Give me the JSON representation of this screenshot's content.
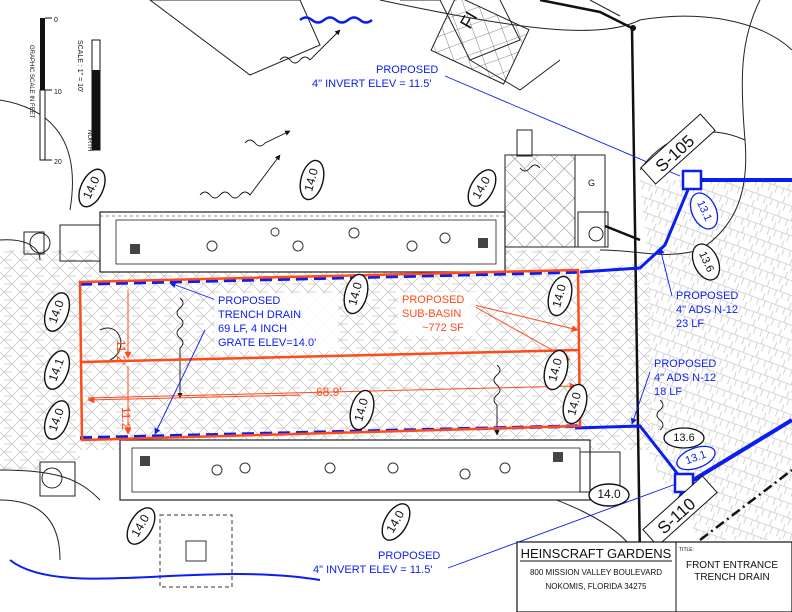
{
  "scale_bar": {
    "ticks": [
      "0",
      "10",
      "20"
    ],
    "caption": "GRAPHIC SCALE IN FEET",
    "scale_text": "SCALE : 1\" = 10'",
    "north": "NORTH"
  },
  "callouts": {
    "invert_top": [
      "PROPOSED",
      "4\" INVERT ELEV = 11.5'"
    ],
    "trench_drain": [
      "PROPOSED",
      "TRENCH DRAIN",
      "69 LF, 4 INCH",
      "GRATE ELEV=14.0'"
    ],
    "sub_basin": [
      "PROPOSED",
      "SUB-BASIN",
      "~772 SF"
    ],
    "ads_23": [
      "PROPOSED",
      "4\" ADS N-12",
      "23 LF"
    ],
    "ads_18": [
      "PROPOSED",
      "4\" ADS N-12",
      "18 LF"
    ],
    "invert_bottom": [
      "PROPOSED",
      "4\" INVERT ELEV = 11.5'"
    ]
  },
  "structures": {
    "s105": "S-105",
    "s110": "S-110"
  },
  "dimensions": {
    "length": "68.9'",
    "half_top": "11.2'",
    "half_bottom": "11.2'"
  },
  "elevations": {
    "e1": "14.0",
    "e2": "14.0",
    "e3": "14.0",
    "e4": "14.0",
    "e5": "14.0",
    "e6": "14.0",
    "e7": "14.1",
    "e8": "14.0",
    "e9": "14.0",
    "e10": "14.0",
    "e11": "14.0",
    "e12": "14.0",
    "e13": "14.0",
    "e14": "14.0",
    "inv_a": "13.6",
    "inv_b": "13.6",
    "inv_c": "13.1",
    "inv_d": "13.1"
  },
  "road_label": "FI",
  "title_block": {
    "project": "HEINSCRAFT GARDENS",
    "address1": "800 MISSION VALLEY BOULEVARD",
    "address2": "NOKOMIS, FLORIDA 34275",
    "title_tag": "TITLE:",
    "title1": "FRONT ENTRANCE",
    "title2": "TRENCH DRAIN"
  },
  "colors": {
    "pipe": "#0a1ef0",
    "basin": "#ff4a1c",
    "ink": "#111111",
    "hatch": "#c8c8c8"
  }
}
